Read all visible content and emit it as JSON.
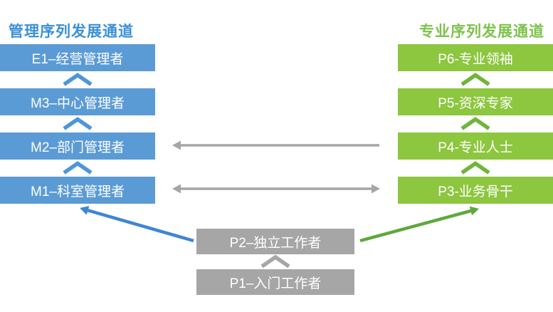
{
  "tracks": {
    "management": {
      "title": "管理序列发展通道",
      "levels": [
        "E1–经营管理者",
        "M3–中心管理者",
        "M2–部门管理者",
        "M1–科室管理者"
      ]
    },
    "professional": {
      "title": "专业序列发展通道",
      "levels": [
        "P6-专业领袖",
        "P5-资深专家",
        "P4-专业人士",
        "P3-业务骨干"
      ]
    },
    "entry": {
      "levels": [
        "P2–独立工作者",
        "P1–入门工作者"
      ]
    }
  },
  "connectors": [
    {
      "type": "arrow",
      "from": "P4-专业人士",
      "to": "M2–部门管理者",
      "direction": "one-way-left",
      "color_name": "gray"
    },
    {
      "type": "arrow",
      "from": "M1–科室管理者",
      "to": "P3-业务骨干",
      "direction": "two-way",
      "color_name": "gray"
    },
    {
      "type": "arrow",
      "from": "P2–独立工作者",
      "to": "M1–科室管理者",
      "direction": "one-way",
      "color_name": "blue"
    },
    {
      "type": "arrow",
      "from": "P2–独立工作者",
      "to": "P3-业务骨干",
      "direction": "one-way",
      "color_name": "green"
    },
    {
      "type": "chevron-up",
      "meaning": "promotion step between adjacent levels in each column"
    }
  ],
  "colors": {
    "bg": "#ffffff",
    "text_white": "#ffffff",
    "blue_box": "#5B9BD5",
    "blue_title": "#3B90D8",
    "blue_chevron": "#4E95DA",
    "blue_arrow": "#3E85D5",
    "green_box": "#8DC63F",
    "green_title": "#7EC24C",
    "green_chevron": "#6FB53A",
    "green_arrow": "#5FA83C",
    "gray_box": "#A6A6A6",
    "gray_arrow": "#A6A6A6"
  }
}
